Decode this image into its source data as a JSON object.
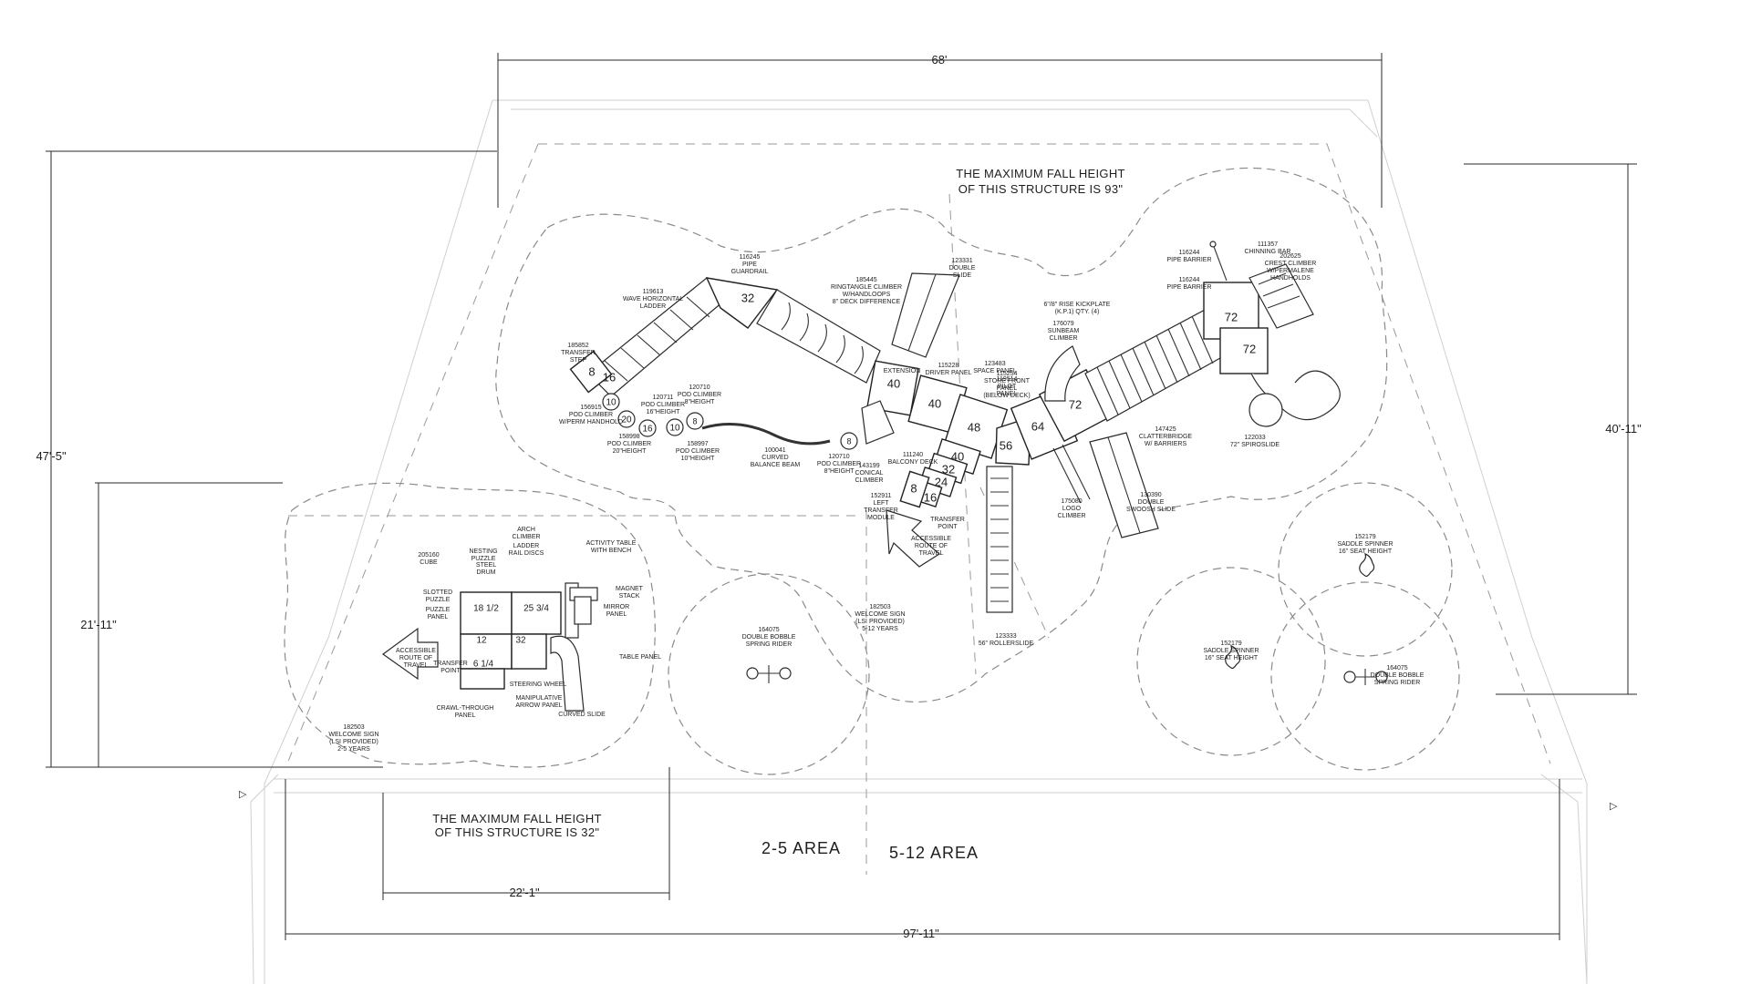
{
  "drawing": {
    "notes": {
      "fall_height_5_12": [
        "THE MAXIMUM FALL HEIGHT",
        "OF THIS STRUCTURE IS 93\""
      ],
      "fall_height_2_5": [
        "THE MAXIMUM FALL HEIGHT",
        "OF THIS STRUCTURE IS 32\""
      ]
    },
    "areas": {
      "left": "2-5 AREA",
      "right": "5-12 AREA"
    },
    "dimensions": {
      "top_width": "68'",
      "bottom_width": "97'-11\"",
      "left_height": "47'-5\"",
      "left_inner_height": "21'-11\"",
      "right_height": "40'-11\"",
      "small_width": "22'-1\""
    },
    "deck_heights": [
      "8",
      "16",
      "32",
      "40",
      "40",
      "48",
      "56",
      "64",
      "72",
      "72",
      "72",
      "40",
      "32",
      "24",
      "16",
      "8",
      "18 1/2",
      "25 3/4",
      "12",
      "32",
      "6 1/4"
    ],
    "pods": [
      "10",
      "20",
      "16",
      "10",
      "8",
      "8"
    ],
    "components": [
      [
        "185852",
        "TRANSFER",
        "STEP"
      ],
      [
        "119613",
        "WAVE HORIZONTAL",
        "LADDER"
      ],
      [
        "116245",
        "PIPE",
        "GUARDRAIL"
      ],
      [
        "185445",
        "RINGTANGLE CLIMBER",
        "W/HANDLOOPS",
        "8\" DECK DIFFERENCE"
      ],
      [
        "123331",
        "DOUBLE",
        "SLIDE"
      ],
      [
        "156915",
        "POD CLIMBER",
        "W/PERM HANDHOLD"
      ],
      [
        "120711",
        "POD CLIMBER",
        "16\"HEIGHT"
      ],
      [
        "120710",
        "POD CLIMBER",
        "8\"HEIGHT"
      ],
      [
        "158998",
        "POD CLIMBER",
        "20\"HEIGHT"
      ],
      [
        "158997",
        "POD CLIMBER",
        "10\"HEIGHT"
      ],
      [
        "100041",
        "CURVED",
        "BALANCE BEAM"
      ],
      [
        "120710",
        "POD CLIMBER",
        "8\"HEIGHT"
      ],
      [
        "143199",
        "CONICAL",
        "CLIMBER"
      ],
      [
        "111240",
        "BALCONY DECK"
      ],
      [
        "EXTENSION"
      ],
      [
        "115228",
        "DRIVER PANEL"
      ],
      [
        "123483",
        "SPACE PANEL"
      ],
      [
        "119514",
        "PILOT",
        "PANEL"
      ],
      [
        "115254",
        "STORE FRONT",
        "PANEL",
        "(BELOW DECK)"
      ],
      [
        "6\"/8\" RISE KICKPLATE",
        "(K.P.1) QTY. (4)"
      ],
      [
        "176079",
        "SUNBEAM",
        "CLIMBER"
      ],
      [
        "116244",
        "PIPE BARRIER"
      ],
      [
        "116244",
        "PIPE BARRIER"
      ],
      [
        "111357",
        "CHINNING BAR"
      ],
      [
        "202625",
        "CREST CLIMBER",
        "W/PERMALENE",
        "HANDHOLDS"
      ],
      [
        "147425",
        "CLATTERBRIDGE",
        "W/ BARRIERS"
      ],
      [
        "122033",
        "72\" SPIROSLIDE"
      ],
      [
        "152911",
        "LEFT",
        "TRANSFER",
        "MODULE"
      ],
      [
        "TRANSFER",
        "POINT"
      ],
      [
        "ACCESSIBLE",
        "ROUTE OF",
        "TRAVEL"
      ],
      [
        "175080",
        "LOGO",
        "CLIMBER"
      ],
      [
        "130390",
        "DOUBLE",
        "SWOOSH SLIDE"
      ],
      [
        "182503",
        "WELCOME SIGN",
        "(LSI PROVIDED)",
        "5-12 YEARS"
      ],
      [
        "123333",
        "56\" ROLLERSLIDE"
      ],
      [
        "164075",
        "DOUBLE BOBBLE",
        "SPRING RIDER"
      ],
      [
        "152179",
        "SADDLE SPINNER",
        "16\" SEAT HEIGHT"
      ],
      [
        "152179",
        "SADDLE SPINNER",
        "16\" SEAT HEIGHT"
      ],
      [
        "164075",
        "DOUBLE BOBBLE",
        "SPRING RIDER"
      ],
      [
        "205160",
        "CUBE"
      ],
      [
        "NESTING",
        "PUZZLE"
      ],
      [
        "ARCH",
        "CLIMBER"
      ],
      [
        "LADDER",
        "RAIL DISCS"
      ],
      [
        "STEEL",
        "DRUM"
      ],
      [
        "ACTIVITY TABLE",
        "WITH BENCH"
      ],
      [
        "MAGNET",
        "STACK"
      ],
      [
        "MIRROR",
        "PANEL"
      ],
      [
        "SLOTTED",
        "PUZZLE"
      ],
      [
        "PUZZLE",
        "PANEL"
      ],
      [
        "TABLE PANEL"
      ],
      [
        "STEERING WHEEL"
      ],
      [
        "MANIPULATIVE",
        "ARROW PANEL"
      ],
      [
        "CURVED SLIDE"
      ],
      [
        "CRAWL-THROUGH",
        "PANEL"
      ],
      [
        "TRANSFER",
        "POINT"
      ],
      [
        "ACCESSIBLE",
        "ROUTE OF",
        "TRAVEL"
      ],
      [
        "182503",
        "WELCOME SIGN",
        "(LSI PROVIDED)",
        "2-5 YEARS"
      ]
    ]
  }
}
